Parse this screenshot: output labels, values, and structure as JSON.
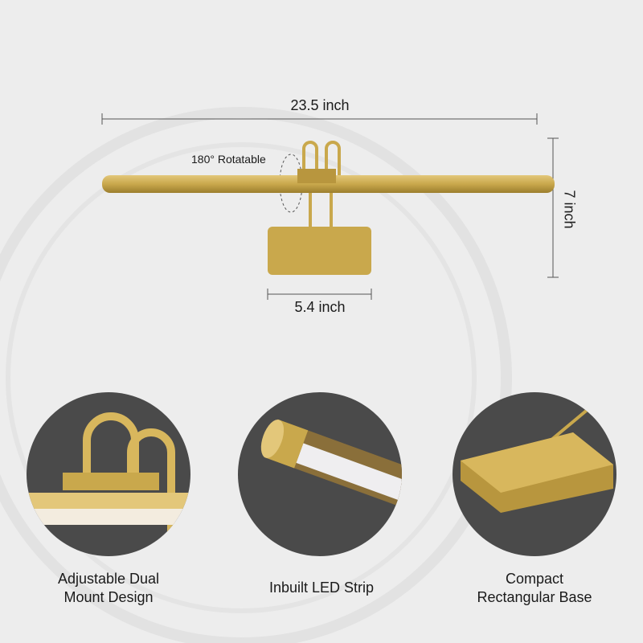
{
  "dimensions": {
    "width_label": "23.5 inch",
    "height_label": "7 inch",
    "head_width_label": "5.4 inch",
    "rotation_label": "180° Rotatable"
  },
  "features": [
    {
      "line1": "Adjustable Dual",
      "line2": "Mount Design"
    },
    {
      "line1": "Inbuilt LED Strip",
      "line2": ""
    },
    {
      "line1": "Compact",
      "line2": "Rectangular Base"
    }
  ],
  "colors": {
    "gold": "#c9a84c",
    "circle": "#4a4a4a",
    "background": "#ededed"
  }
}
